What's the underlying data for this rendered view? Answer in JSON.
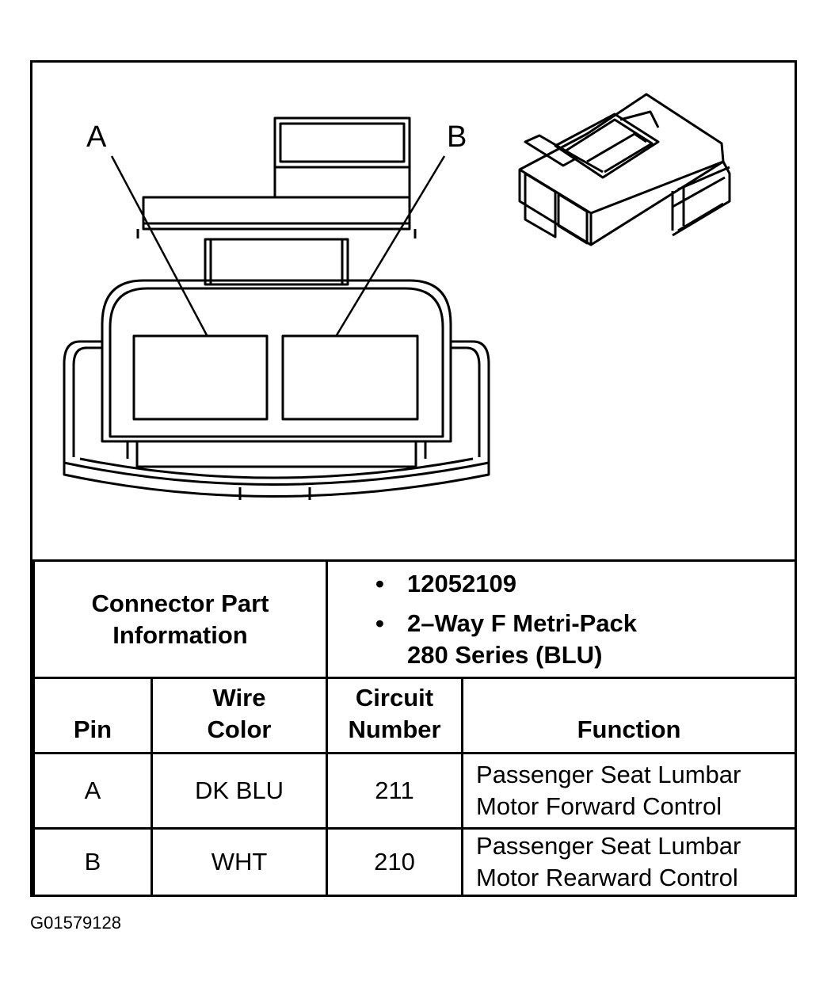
{
  "diagram": {
    "pin_labels": [
      "A",
      "B"
    ]
  },
  "connector_info": {
    "label_line1": "Connector Part",
    "label_line2": "Information",
    "bullet_symbol": "•",
    "part_number": "12052109",
    "type_line1": "2–Way F Metri-Pack",
    "type_line2": "280 Series (BLU)"
  },
  "table": {
    "headers": {
      "pin": "Pin",
      "wire_color_line1": "Wire",
      "wire_color_line2": "Color",
      "circuit_line1": "Circuit",
      "circuit_line2": "Number",
      "function": "Function"
    },
    "rows": [
      {
        "pin": "A",
        "wire_color": "DK BLU",
        "circuit": "211",
        "function_line1": "Passenger Seat Lumbar",
        "function_line2": "Motor Forward Control"
      },
      {
        "pin": "B",
        "wire_color": "WHT",
        "circuit": "210",
        "function_line1": "Passenger Seat Lumbar",
        "function_line2": "Motor Rearward Control"
      }
    ]
  },
  "figure_code": "G01579128"
}
